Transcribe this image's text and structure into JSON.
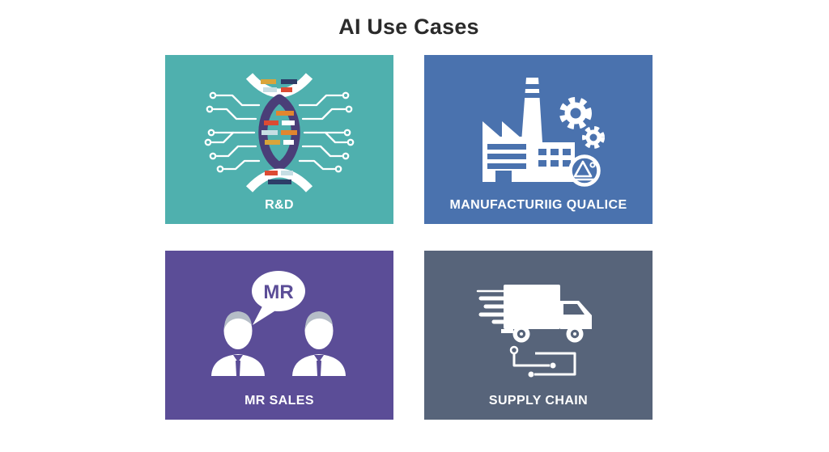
{
  "page": {
    "title": "AI Use Cases",
    "background_color": "#ffffff",
    "title_color": "#2b2b2b"
  },
  "cards": [
    {
      "label": "R&D",
      "background_color": "#4fb0ae",
      "icon": "dna-circuit-icon",
      "icon_colors": {
        "strand_white": "#ffffff",
        "helix_purple": "#4a3e78",
        "rung_gold": "#d9a43a",
        "rung_orange": "#e2862f",
        "rung_red": "#dc4b33",
        "rung_navy": "#2d3e68",
        "rung_lightblue": "#c6dee4"
      }
    },
    {
      "label": "MANUFACTURIIG QUALICE",
      "background_color": "#4a72ae",
      "icon": "factory-gears-icon",
      "icon_color": "#ffffff"
    },
    {
      "label": "MR SALES",
      "background_color": "#5b4d97",
      "icon": "speech-people-icon",
      "bubble_text": "MR",
      "icon_color": "#ffffff",
      "hair_color": "#b5bdc7"
    },
    {
      "label": "SUPPLY CHAIN",
      "background_color": "#57647a",
      "icon": "delivery-truck-icon",
      "icon_color": "#ffffff"
    }
  ]
}
